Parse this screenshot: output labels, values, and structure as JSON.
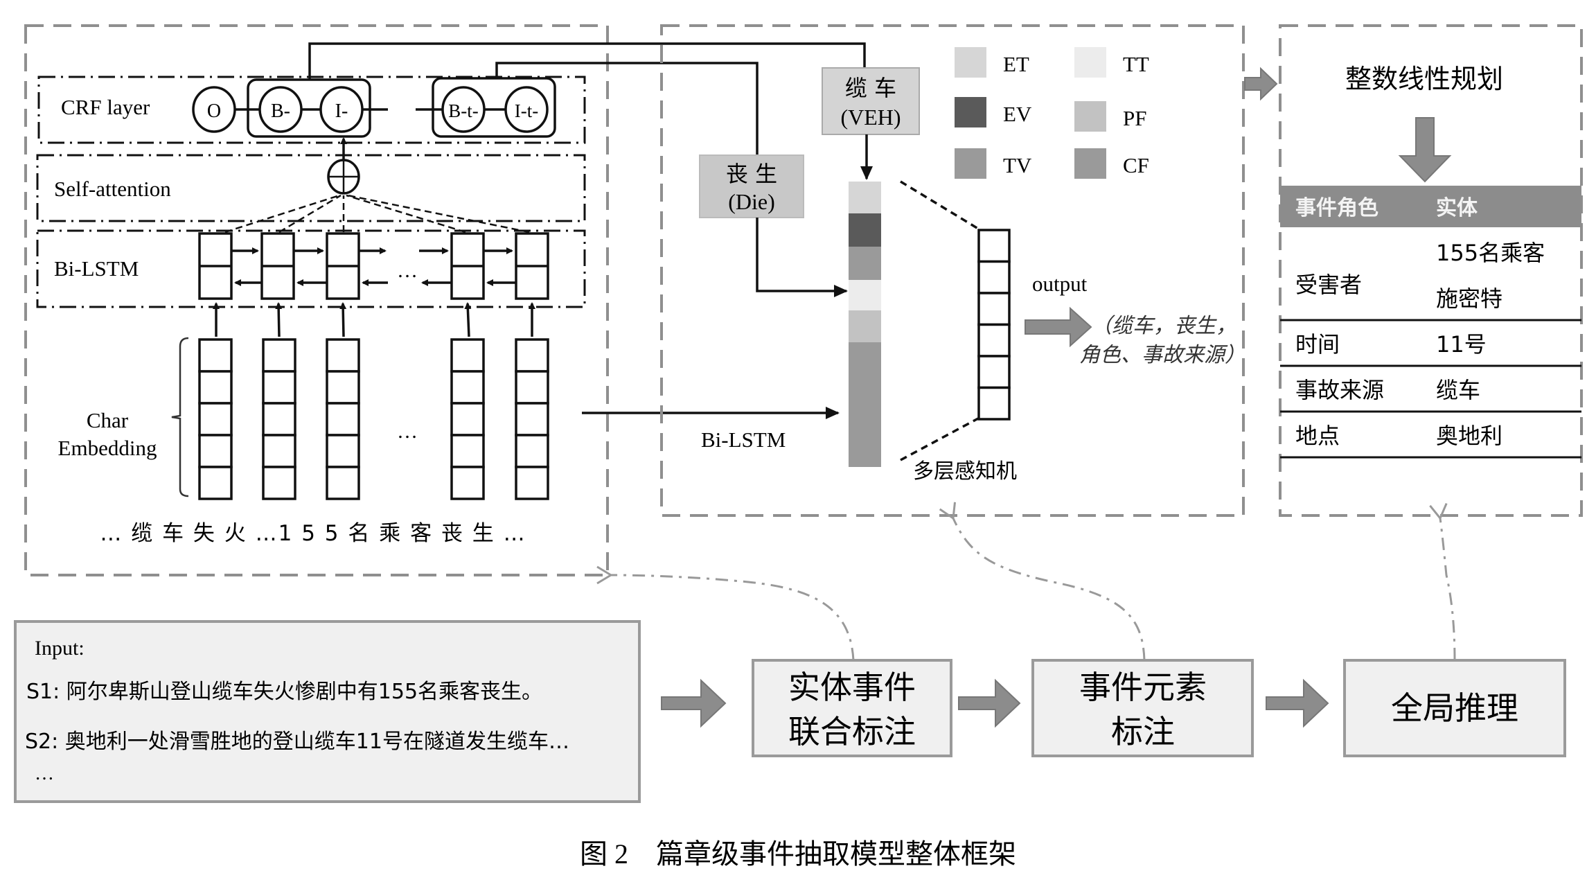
{
  "caption": "图 2　篇章级事件抽取模型整体框架",
  "left_panel": {
    "layers": {
      "crf": "CRF layer",
      "self_attention": "Self-attention",
      "bilstm": "Bi-LSTM",
      "char_embedding_line1": "Char",
      "char_embedding_line2": "Embedding"
    },
    "crf_nodes": [
      "O",
      "B-",
      "I-",
      "B-t-",
      "I-t-"
    ],
    "ellipsis": "…",
    "sentence_chars": "… 缆 车 失 火 …1 5 5 名 乘 客 丧 生 …"
  },
  "middle_panel": {
    "tag_veh_line1": "缆 车",
    "tag_veh_line2": "(VEH)",
    "tag_die_line1": "丧 生",
    "tag_die_line2": "(Die)",
    "legend": [
      {
        "label": "ET",
        "color": "#d6d6d6"
      },
      {
        "label": "TT",
        "color": "#ececec"
      },
      {
        "label": "EV",
        "color": "#5a5a5a"
      },
      {
        "label": "PF",
        "color": "#c2c2c2"
      },
      {
        "label": "TV",
        "color": "#9a9a9a"
      },
      {
        "label": "CF",
        "color": "#9a9a9a"
      }
    ],
    "vector_segment_colors": [
      "#d6d6d6",
      "#5a5a5a",
      "#9a9a9a",
      "#ececec",
      "#c2c2c2",
      "#9a9a9a"
    ],
    "output_label": "output",
    "output_tuple_line1": "（缆车，丧生，",
    "output_tuple_line2": "角色、事故来源）",
    "bilstm_label": "Bi-LSTM",
    "mlp_label": "多层感知机"
  },
  "right_panel": {
    "title": "整数线性规划",
    "table": {
      "headers": [
        "事件角色",
        "实体"
      ],
      "rows": [
        {
          "role": "受害者",
          "entities": [
            "155名乘客",
            "施密特"
          ]
        },
        {
          "role": "时间",
          "entities": [
            "11号"
          ]
        },
        {
          "role": "事故来源",
          "entities": [
            "缆车"
          ]
        },
        {
          "role": "地点",
          "entities": [
            "奥地利"
          ]
        }
      ]
    }
  },
  "input_box": {
    "title": "Input:",
    "s1": "S1: 阿尔卑斯山登山缆车失火惨剧中有155名乘客丧生。",
    "s2": "S2: 奥地利一处滑雪胜地的登山缆车11号在隧道发生缆车…",
    "more": "…"
  },
  "pipeline": {
    "step1_line1": "实体事件",
    "step1_line2": "联合标注",
    "step2_line1": "事件元素",
    "step2_line2": "标注",
    "step3": "全局推理"
  }
}
